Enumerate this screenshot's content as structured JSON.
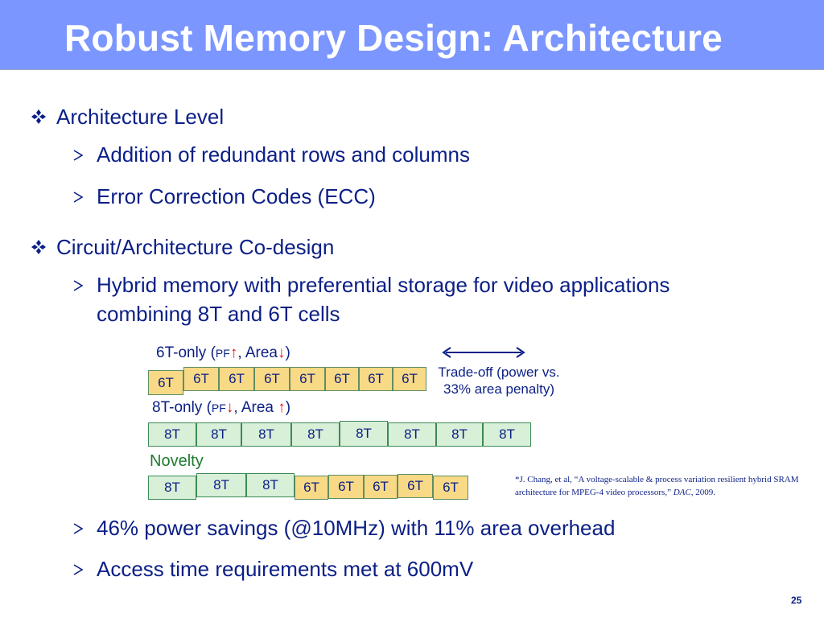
{
  "slide": {
    "title": "Robust Memory Design: Architecture",
    "page_number": "25"
  },
  "bullets": {
    "architecture_level": "Architecture Level",
    "redundant": "Addition of redundant rows and columns",
    "ecc": "Error Correction Codes (ECC)",
    "codesign": "Circuit/Architecture Co-design",
    "hybrid_line1": "Hybrid memory with preferential storage for video applications",
    "hybrid_line2": "combining 8T and 6T cells",
    "power": "46% power savings (@10MHz) with 11% area overhead",
    "access": "Access time requirements met at 600mV"
  },
  "diagram": {
    "row1_label": {
      "prefix": "6T-only (",
      "pf": "PF",
      "pf_arrow": "↑",
      "mid": ", Area",
      "area_arrow": "↓",
      "suffix": ")"
    },
    "row2_label": {
      "prefix": "8T-only (",
      "pf": "PF",
      "pf_arrow": "↓",
      "mid": ", Area ",
      "area_arrow": "↑",
      "suffix": ")"
    },
    "row3_label": "Novelty",
    "cell_6t": "6T",
    "cell_8t": "8T",
    "tradeoff": "Trade-off (power vs. 33% area penalty)"
  },
  "citation": {
    "text_a": "*J. Chang, et al, “A voltage-scalable & process variation resilient hybrid SRAM architecture for MPEG-4 video processors,” ",
    "venue": "DAC",
    "text_b": ", 2009."
  },
  "colors": {
    "title_bar": "#7b96ff",
    "text": "#0b1f86",
    "cell_6t_fill": "#f8d986",
    "cell_8t_fill": "#d8efd8",
    "up_down_arrows": "#e0101a"
  },
  "icons": {
    "level1_bullet": "four-diamond-icon",
    "level2_bullet": "arrowhead-icon",
    "tradeoff_arrow": "double-arrow-icon"
  }
}
